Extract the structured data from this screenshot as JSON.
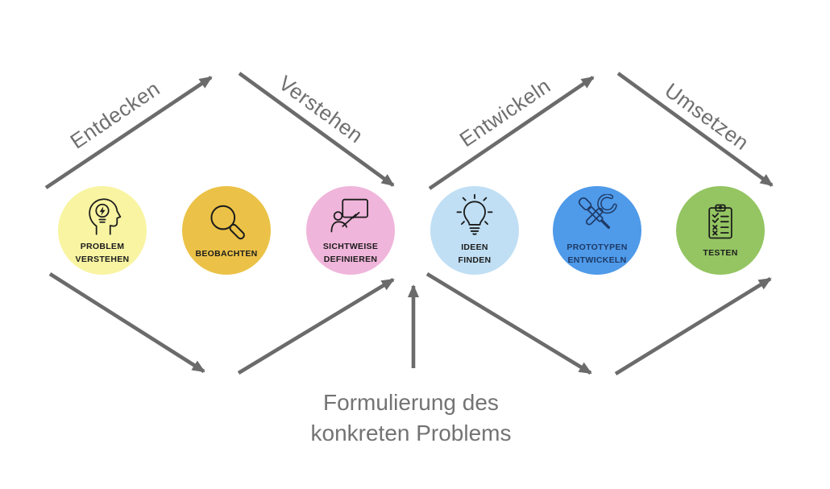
{
  "phases": [
    {
      "label": "Entdecken"
    },
    {
      "label": "Verstehen"
    },
    {
      "label": "Entwickeln"
    },
    {
      "label": "Umsetzen"
    }
  ],
  "stages": [
    {
      "lines": [
        "PROBLEM",
        "VERSTEHEN"
      ],
      "color": "#f8f4a2",
      "ink": "#1c1c1c",
      "icon": "head-idea-icon"
    },
    {
      "lines": [
        "BEOBACHTEN",
        ""
      ],
      "color": "#ebc247",
      "ink": "#1c1c1c",
      "icon": "magnifier-icon"
    },
    {
      "lines": [
        "SICHTWEISE",
        "DEFINIEREN"
      ],
      "color": "#f0b5da",
      "ink": "#1c1c1c",
      "icon": "presenter-board-icon"
    },
    {
      "lines": [
        "IDEEN",
        "FINDEN"
      ],
      "color": "#c0dff4",
      "ink": "#1c1c1c",
      "icon": "lightbulb-icon"
    },
    {
      "lines": [
        "PROTOTYPEN",
        "ENTWICKELN"
      ],
      "color": "#4f9ae9",
      "ink": "#1e3a66",
      "icon": "tools-icon"
    },
    {
      "lines": [
        "TESTEN",
        ""
      ],
      "color": "#94c562",
      "ink": "#1c1c1c",
      "icon": "checklist-clipboard-icon"
    }
  ],
  "caption": {
    "line1": "Formulierung des",
    "line2": "konkreten Problems"
  },
  "colors": {
    "arrow": "#6b6b6b",
    "phase_text": "#6f6f6f",
    "caption_text": "#737373",
    "background": "#ffffff"
  }
}
